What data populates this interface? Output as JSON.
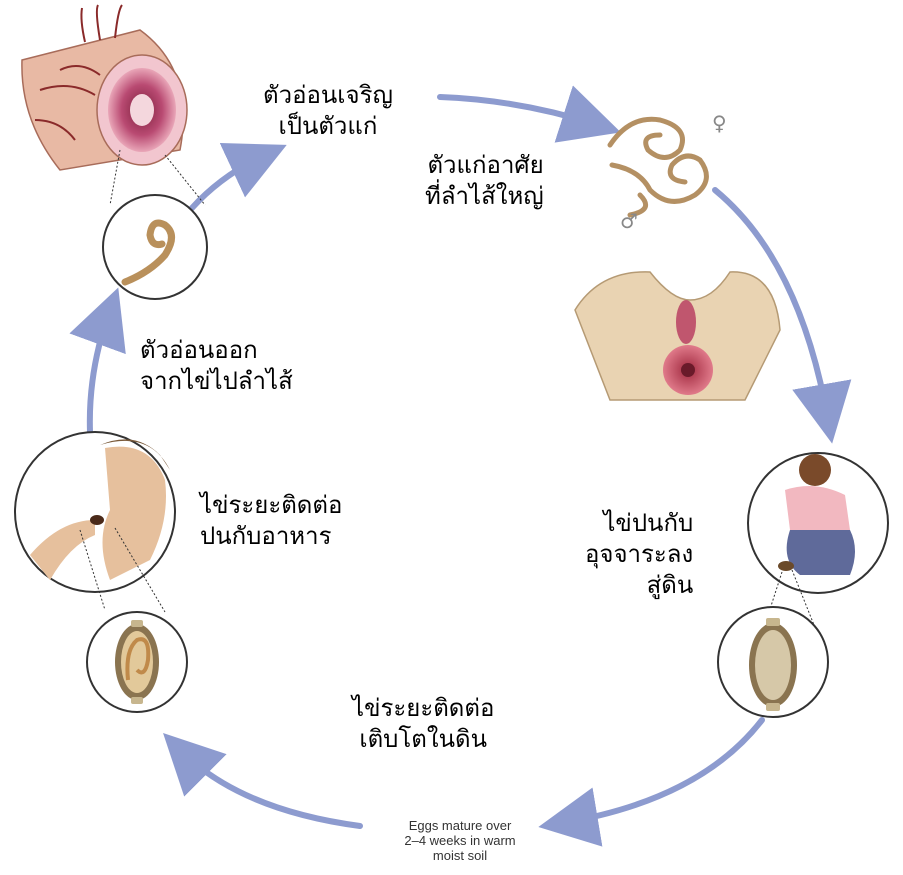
{
  "colors": {
    "arrow": "#8d9bcf",
    "circle_stroke": "#333333",
    "tissue": "#e8b9a4",
    "tissue_inner": "#b94a72",
    "worm": "#c7a77a",
    "skin": "#e9d3b2",
    "egg_shell": "#8a7450",
    "egg_fill": "#d9c49a"
  },
  "labels": {
    "mature": [
      "ตัวอ่อนเจริญ",
      "เป็นตัวแก่"
    ],
    "adult_location": [
      "ตัวแก่อาศัย",
      "ที่ลำไส้ใหญ่"
    ],
    "feces": [
      "ไข่ปนกับ",
      "อุจจาระลง",
      "สู่ดิน"
    ],
    "soil_develop": [
      "ไข่ระยะติดต่อ",
      "เติบโตในดิน"
    ],
    "ingest": [
      "ไข่ระยะติดต่อ",
      "ปนกับอาหาร"
    ],
    "hatch": [
      "ตัวอ่อนออก",
      "จากไข่ไปลำไส้"
    ]
  },
  "symbols": {
    "female": "♀",
    "male": "♂"
  },
  "english_note": [
    "Eggs mature over",
    "2–4 weeks in warm",
    "moist soil"
  ],
  "icons": [
    "intestine-cross-section",
    "adult-worms-icon",
    "perianal-anatomy",
    "squatting-child",
    "unembryonated-egg",
    "embryonated-egg",
    "person-eating",
    "larva-icon"
  ]
}
